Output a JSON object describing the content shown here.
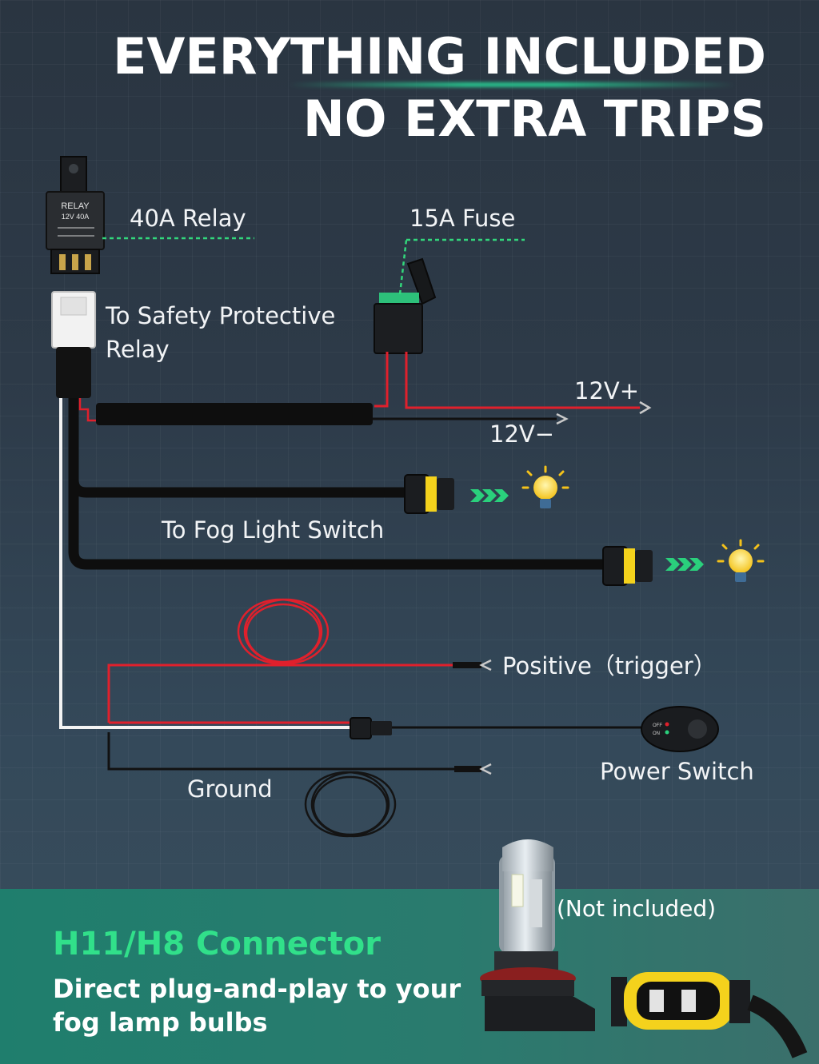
{
  "header": {
    "line1": "EVERYTHING INCLUDED",
    "line2": "NO EXTRA TRIPS"
  },
  "labels": {
    "relay": "40A Relay",
    "fuse": "15A Fuse",
    "safety_line1": "To Safety Protective",
    "safety_line2": "Relay",
    "pos_12v": "12V+",
    "neg_12v": "12V−",
    "fog_switch": "To Fog Light Switch",
    "positive": "Positive（trigger）",
    "power_switch": "Power Switch",
    "ground": "Ground"
  },
  "relay_component": {
    "line1": "RELAY",
    "line2": "12V 40A"
  },
  "switch_component": {
    "off": "OFF",
    "on": "ON"
  },
  "bottom": {
    "heading": "H11/H8 Connector",
    "description": "Direct plug-and-play to your fog lamp bulbs",
    "note": "(Not included)"
  },
  "colors": {
    "background": "#2d3a48",
    "accent_green": "#31e08a",
    "wire_red": "#e0202c",
    "wire_black": "#0e0e0e",
    "band_teal": "#1f7e6d"
  }
}
